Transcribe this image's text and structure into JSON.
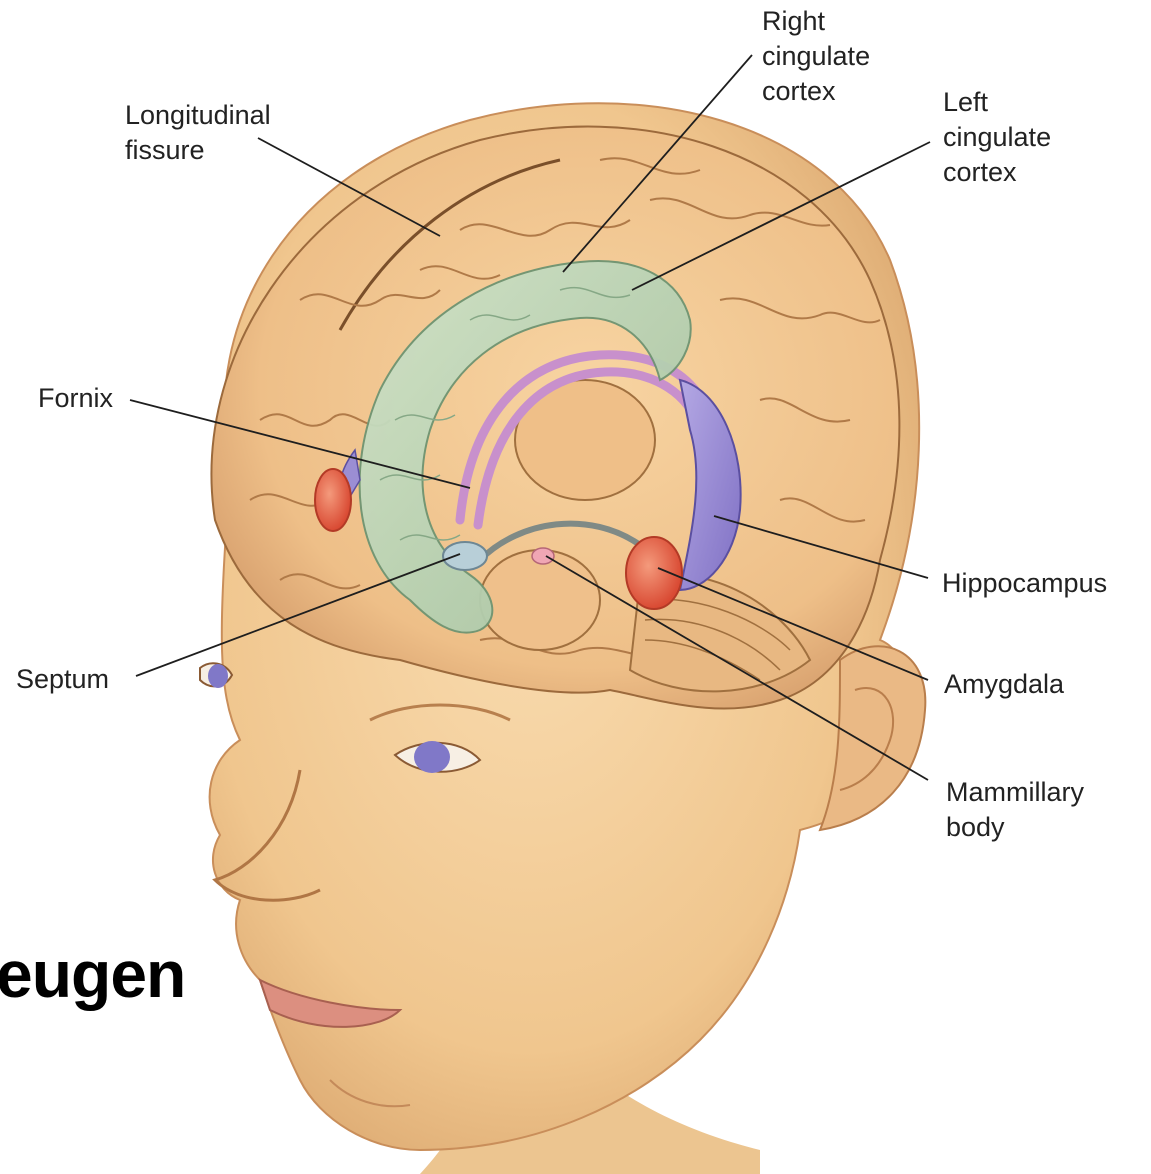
{
  "labels": {
    "right_cingulate": "Right\ncingulate\ncortex",
    "left_cingulate": "Left\ncingulate\ncortex",
    "longitudinal_fissure": "Longitudinal\nfissure",
    "fornix": "Fornix",
    "hippocampus": "Hippocampus",
    "amygdala": "Amygdala",
    "septum": "Septum",
    "mammillary_body": "Mammillary\nbody"
  },
  "cut_off_word": "eugen",
  "colors": {
    "skin": "#f3cf9c",
    "brain": "#f0c490",
    "cingulate": "#b9d3b4",
    "fornix": "#d3a9d6",
    "hippocampus": "#9b8ed3",
    "amygdala": "#e8654a",
    "septum": "#b8cfd8",
    "leader_line": "#1e1e1e"
  }
}
